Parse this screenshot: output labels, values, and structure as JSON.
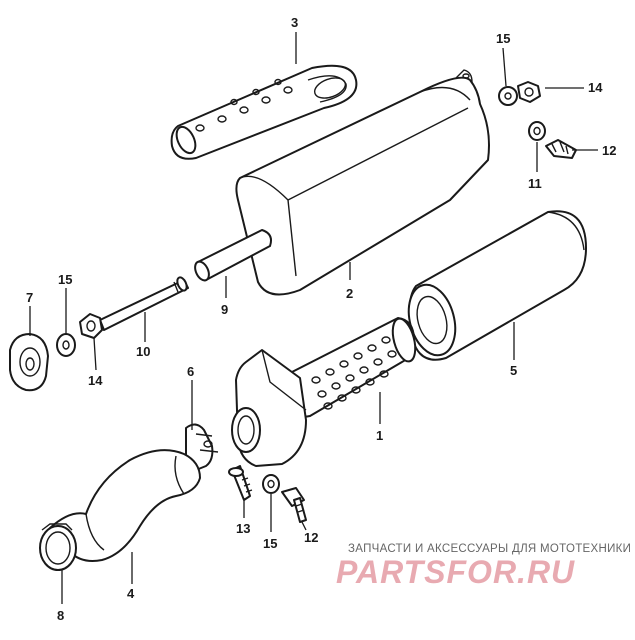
{
  "diagram": {
    "labels": {
      "p1": "1",
      "p2": "2",
      "p3": "3",
      "p4": "4",
      "p5": "5",
      "p6": "6",
      "p7": "7",
      "p8": "8",
      "p9": "9",
      "p10": "10",
      "p11": "11",
      "p12a": "12",
      "p12b": "12",
      "p13": "13",
      "p14a": "14",
      "p14b": "14",
      "p15a": "15",
      "p15b": "15",
      "p15c": "15"
    }
  },
  "watermark": {
    "tagline": "ЗАПЧАСТИ И АКСЕССУАРЫ ДЛЯ МОТОТЕХНИКИ",
    "logo": "PARTSFOR.RU"
  },
  "colors": {
    "line": "#1a1a1a",
    "watermark": "#e8aab1"
  }
}
